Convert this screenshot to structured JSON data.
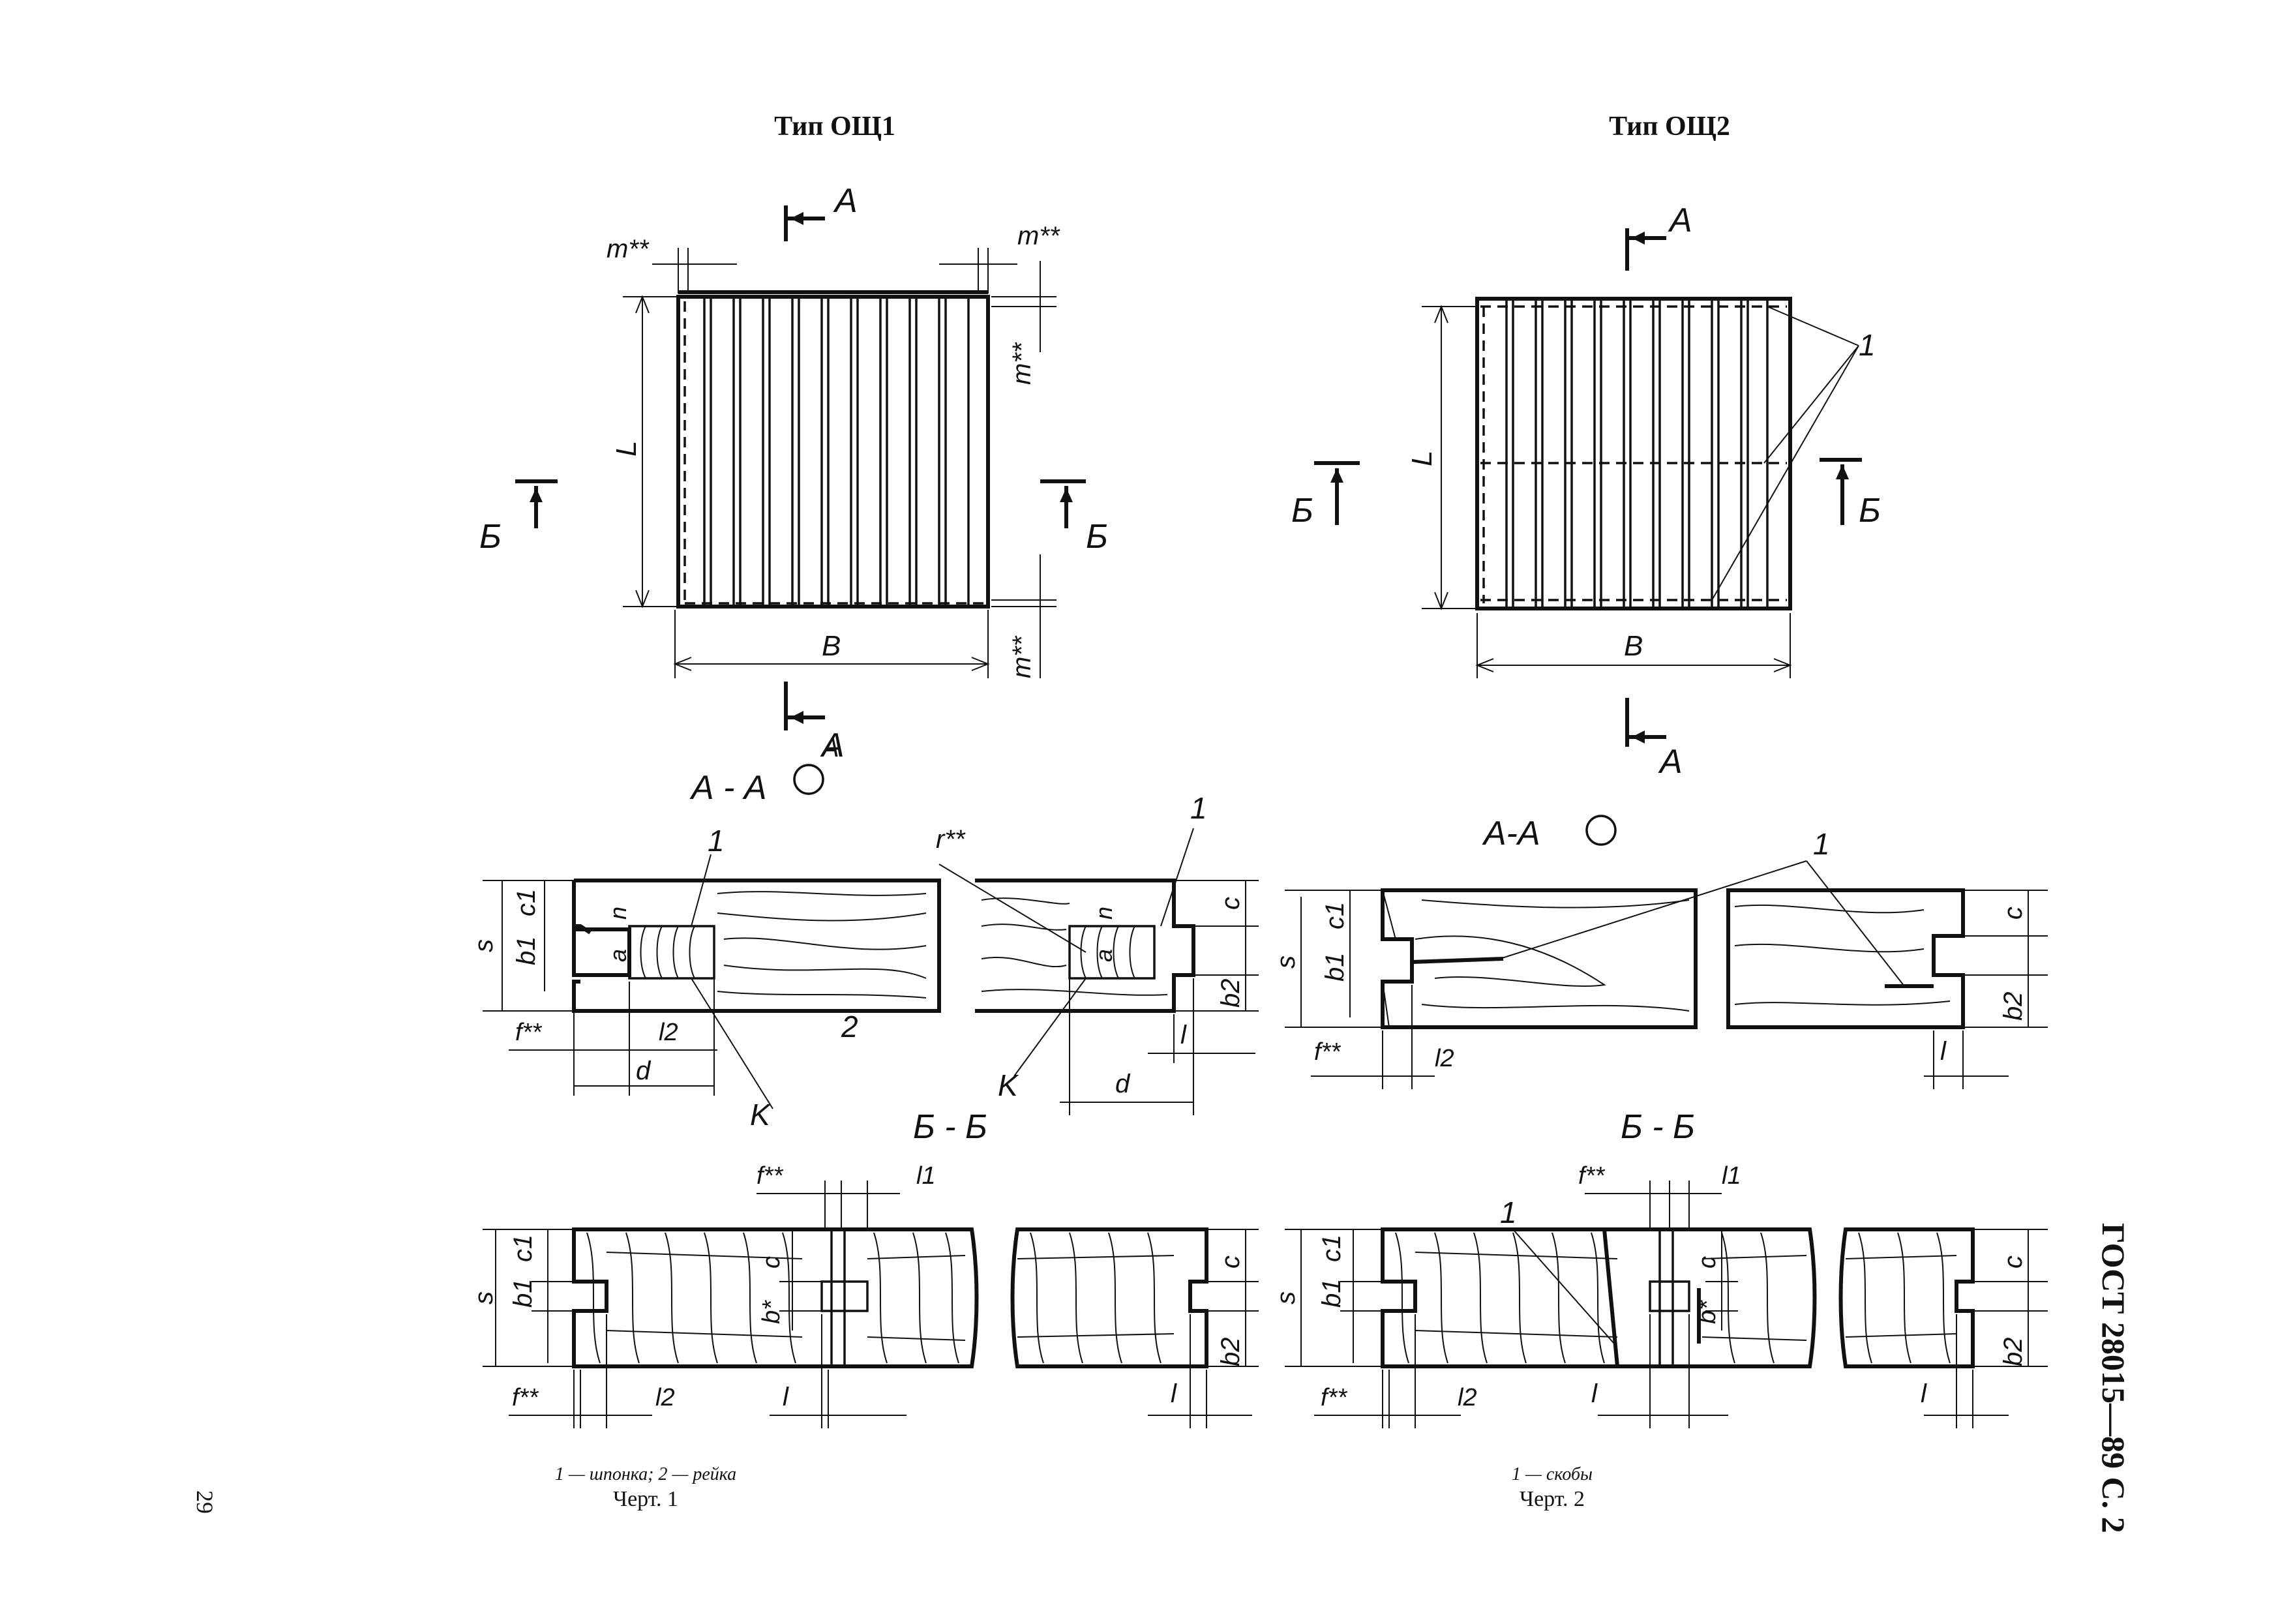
{
  "doc": {
    "gost_header": "ГОСТ 28015—89 С. 2",
    "page_number": "29"
  },
  "type1": {
    "title": "Тип ОЩ1",
    "legend": "1 — шпонка; 2 — рейка",
    "drawing": "Черт. 1",
    "section_aa": "А - А",
    "section_bb": "Б - Б"
  },
  "type2": {
    "title": "Тип ОЩ2",
    "legend": "1 — скобы",
    "drawing": "Черт. 2",
    "section_aa": "А-А",
    "section_bb": "Б - Б"
  },
  "labels": {
    "A": "А",
    "B_sec": "Б",
    "L": "L",
    "B": "B",
    "m": "m**",
    "r": "r**",
    "f": "f**",
    "s": "s",
    "c": "c",
    "c1": "c1",
    "b1": "b1",
    "b2": "b2",
    "n": "n",
    "a": "a",
    "l": "l",
    "l1": "l1",
    "l2": "l2",
    "d": "d",
    "K": "K",
    "bstar": "b*",
    "one": "1",
    "two": "2"
  }
}
